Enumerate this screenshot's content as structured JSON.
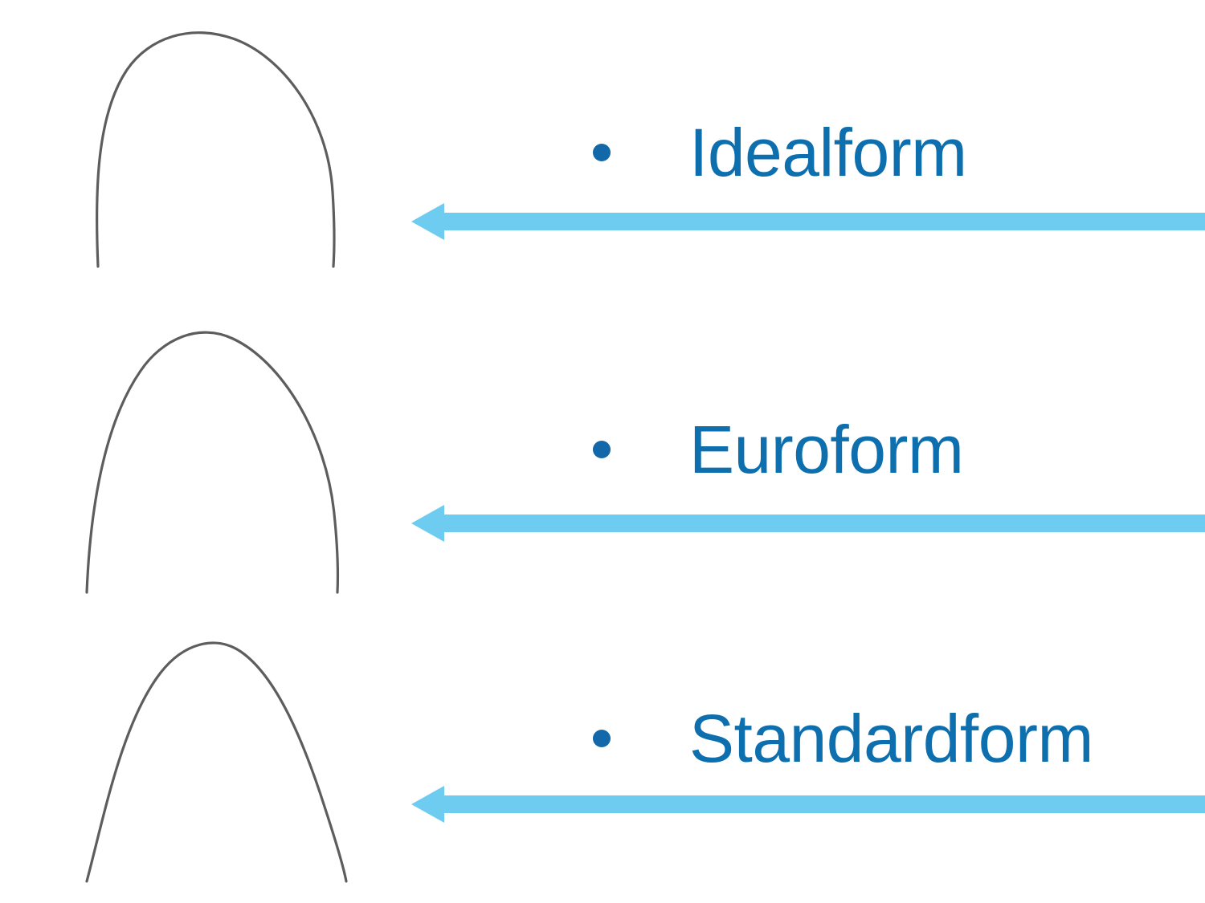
{
  "slide": {
    "background_color": "#FFFFFF",
    "title_text_color": "#0E6FAF",
    "bullet_color": "#1268A8",
    "arrow_color": "#6DCCEF",
    "wire_color": "#5D5D5D"
  },
  "rows": [
    {
      "label": "Idealform",
      "bullet": "•",
      "arrow_direction": "left",
      "wire_shape_name": "idealform-archwire",
      "wire_description": "tall rounded U-shaped orthodontic archwire with near vertical legs"
    },
    {
      "label": "Euroform",
      "bullet": "•",
      "arrow_direction": "left",
      "wire_shape_name": "euroform-archwire",
      "wire_description": "ovoid tapered orthodontic archwire, narrower rounded apex"
    },
    {
      "label": "Standardform",
      "bullet": "•",
      "arrow_direction": "left",
      "wire_shape_name": "standardform-archwire",
      "wire_description": "tapered V-shaped orthodontic archwire with straight flaring legs"
    }
  ]
}
